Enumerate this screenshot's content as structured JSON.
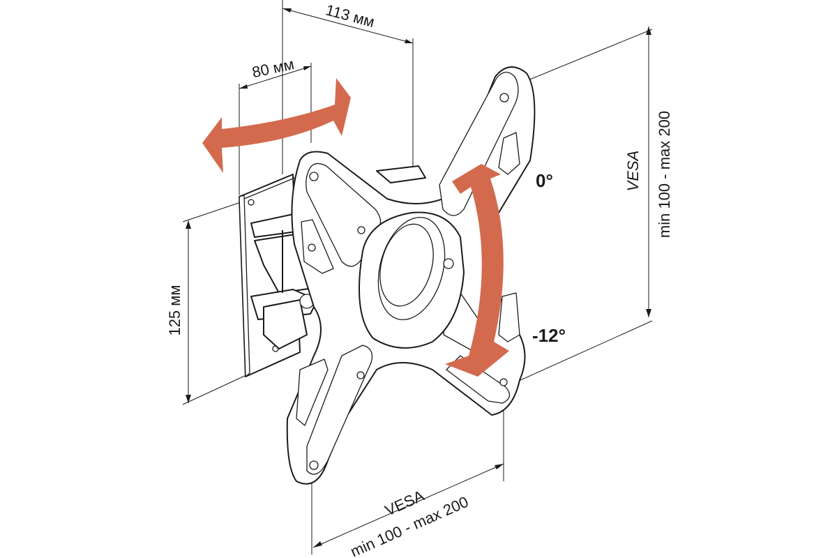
{
  "dimensions": {
    "depth_max": "113 мм",
    "depth_min": "80 мм",
    "bracket_height": "125 мм",
    "vesa_horizontal_title": "VESA",
    "vesa_horizontal_range": "min 100 - max 200",
    "vesa_vertical_title": "VESA",
    "vesa_vertical_range": "min 100 - max 200"
  },
  "tilt": {
    "top_angle": "0°",
    "bottom_angle": "-12°"
  },
  "colors": {
    "arrow": "#d36a4e",
    "line": "#1a1a1a",
    "background": "#ffffff"
  }
}
